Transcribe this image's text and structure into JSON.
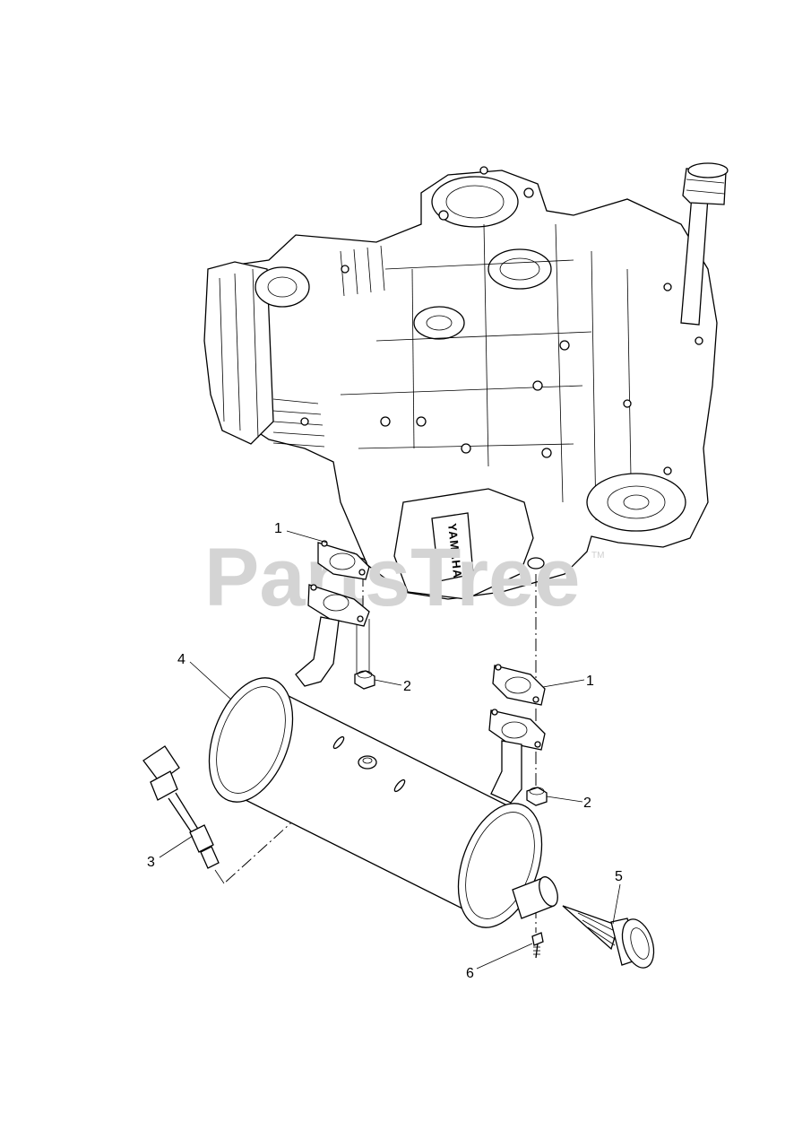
{
  "watermark": {
    "text": "PartsTree",
    "tm": "TM"
  },
  "engine": {
    "brand_text": "YAMAHA"
  },
  "callouts": [
    {
      "id": "gasket-upper-left",
      "label": "1",
      "part": "gasket"
    },
    {
      "id": "gasket-right",
      "label": "1",
      "part": "gasket"
    },
    {
      "id": "nut-left",
      "label": "2",
      "part": "nut"
    },
    {
      "id": "nut-right",
      "label": "2",
      "part": "nut"
    },
    {
      "id": "oxygen-sensor",
      "label": "3",
      "part": "sensor"
    },
    {
      "id": "muffler",
      "label": "4",
      "part": "muffler"
    },
    {
      "id": "spark-arrester",
      "label": "5",
      "part": "spark arrester"
    },
    {
      "id": "screw",
      "label": "6",
      "part": "screw"
    }
  ]
}
